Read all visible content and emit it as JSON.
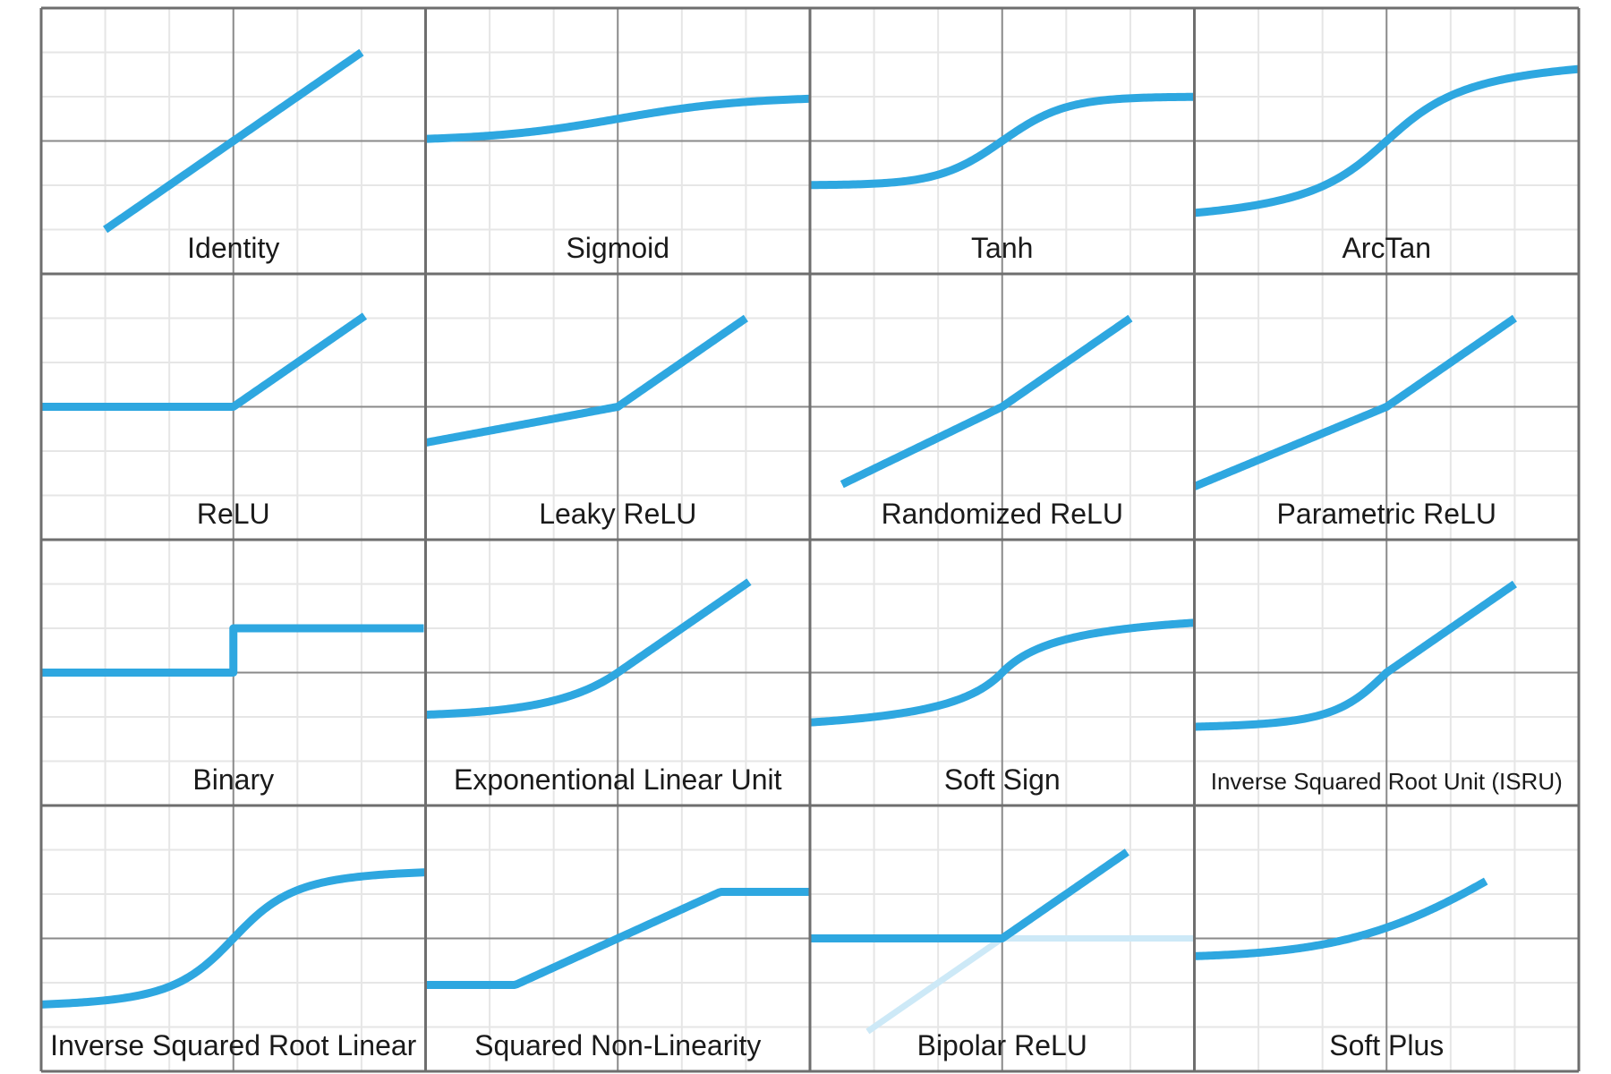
{
  "figure": {
    "colors": {
      "curve": "#2ea7e0",
      "curve_faded": "#cde9f7",
      "grid": "#e6e6e6",
      "axis": "#8a8a8a",
      "border": "#6e6e6e",
      "text": "#1a1a1a"
    }
  },
  "panels": [
    {
      "label": "Identity",
      "function": "identity"
    },
    {
      "label": "Sigmoid",
      "function": "sigmoid"
    },
    {
      "label": "Tanh",
      "function": "tanh"
    },
    {
      "label": "ArcTan",
      "function": "arctan"
    },
    {
      "label": "ReLU",
      "function": "relu"
    },
    {
      "label": "Leaky ReLU",
      "function": "leaky_relu"
    },
    {
      "label": "Randomized ReLU",
      "function": "randomized_relu"
    },
    {
      "label": "Parametric ReLU",
      "function": "parametric_relu"
    },
    {
      "label": "Binary",
      "function": "binary"
    },
    {
      "label": "Exponentional Linear Unit",
      "function": "elu"
    },
    {
      "label": "Soft Sign",
      "function": "softsign"
    },
    {
      "label": "Inverse Squared Root Unit (ISRU)",
      "function": "isru"
    },
    {
      "label": "Inverse Squared Root Linear",
      "function": "isrlu"
    },
    {
      "label": "Squared Non-Linearity",
      "function": "sqnl"
    },
    {
      "label": "Bipolar ReLU",
      "function": "bipolar_relu"
    },
    {
      "label": "Soft Plus",
      "function": "softplus"
    }
  ]
}
